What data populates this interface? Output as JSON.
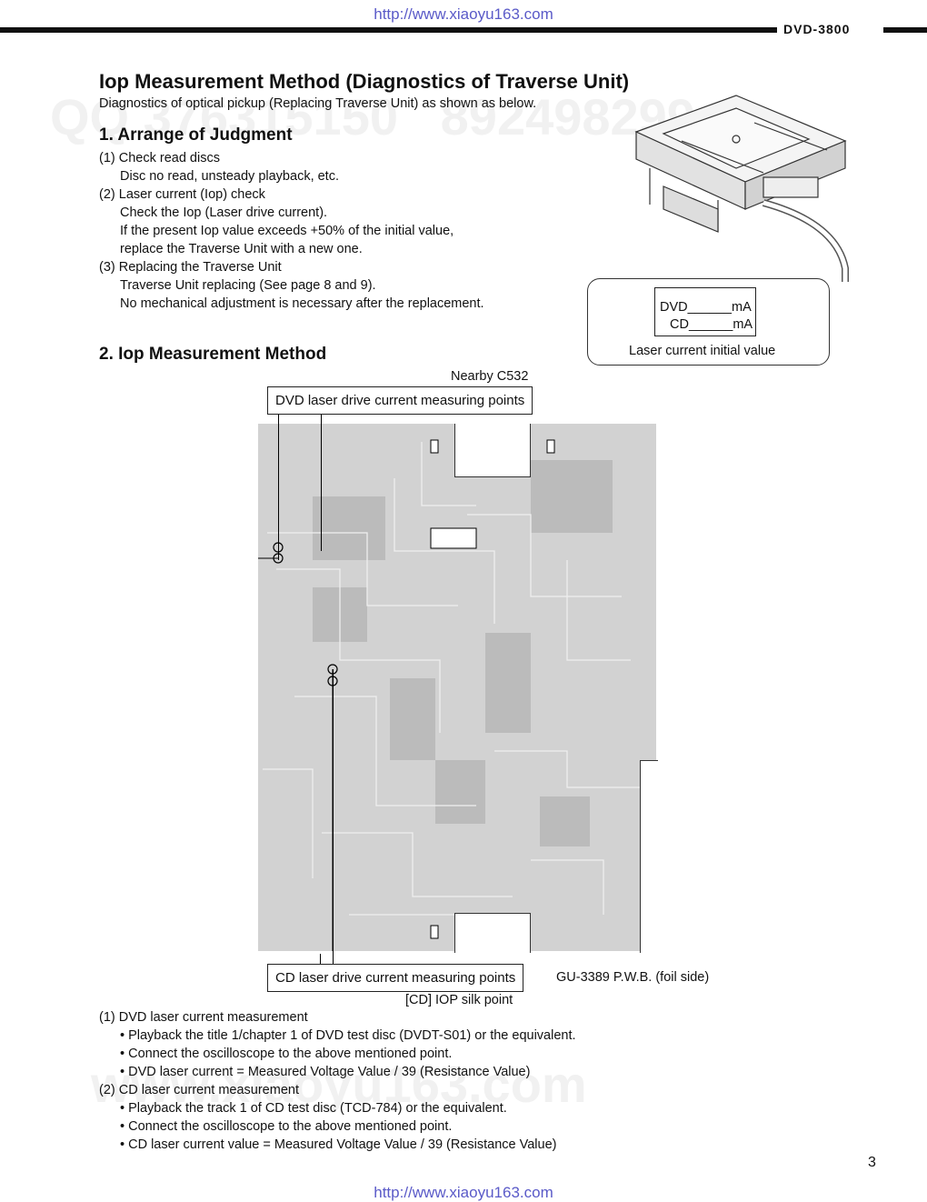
{
  "header": {
    "url_top": "http://www.xiaoyu163.com",
    "model": "DVD-3800"
  },
  "title": "Iop Measurement Method (Diagnostics of Traverse Unit)",
  "subtitle": "Diagnostics of optical pickup (Replacing Traverse Unit) as shown as below.",
  "section1": {
    "heading": "1. Arrange of Judgment",
    "items": [
      "(1) Check read discs",
      "Disc no read, unsteady playback, etc.",
      "(2) Laser current (Iop) check",
      "Check the Iop (Laser drive current).",
      "If the present Iop value exceeds +50% of the initial value,",
      "replace the Traverse Unit with a new one.",
      "(3) Replacing the Traverse Unit",
      "Traverse Unit replacing (See page 8 and 9).",
      "No mechanical adjustment is necessary after the replacement."
    ]
  },
  "label_box": {
    "dvd": "DVD______mA",
    "cd": "CD______mA",
    "caption": "Laser current initial value"
  },
  "section2": {
    "heading": "2. Iop Measurement Method",
    "nearby": "Nearby C532",
    "dvd_points": "DVD laser drive current measuring points",
    "cd_points": "CD laser drive current measuring points",
    "pwb": "GU-3389 P.W.B. (foil side)",
    "silk": "[CD] IOP silk point"
  },
  "measurement": [
    "(1) DVD laser current measurement",
    "• Playback the title 1/chapter 1 of DVD test disc (DVDT-S01) or the equivalent.",
    "• Connect the oscilloscope to the above mentioned point.",
    "• DVD laser current = Measured Voltage Value / 39 (Resistance Value)",
    "(2) CD laser current measurement",
    "• Playback the track 1 of CD test disc (TCD-784) or the equivalent.",
    "• Connect the oscilloscope to the above mentioned point.",
    "• CD laser current value = Measured Voltage Value / 39 (Resistance Value)"
  ],
  "page_number": "3",
  "footer": {
    "url_bottom": "http://www.xiaoyu163.com"
  }
}
